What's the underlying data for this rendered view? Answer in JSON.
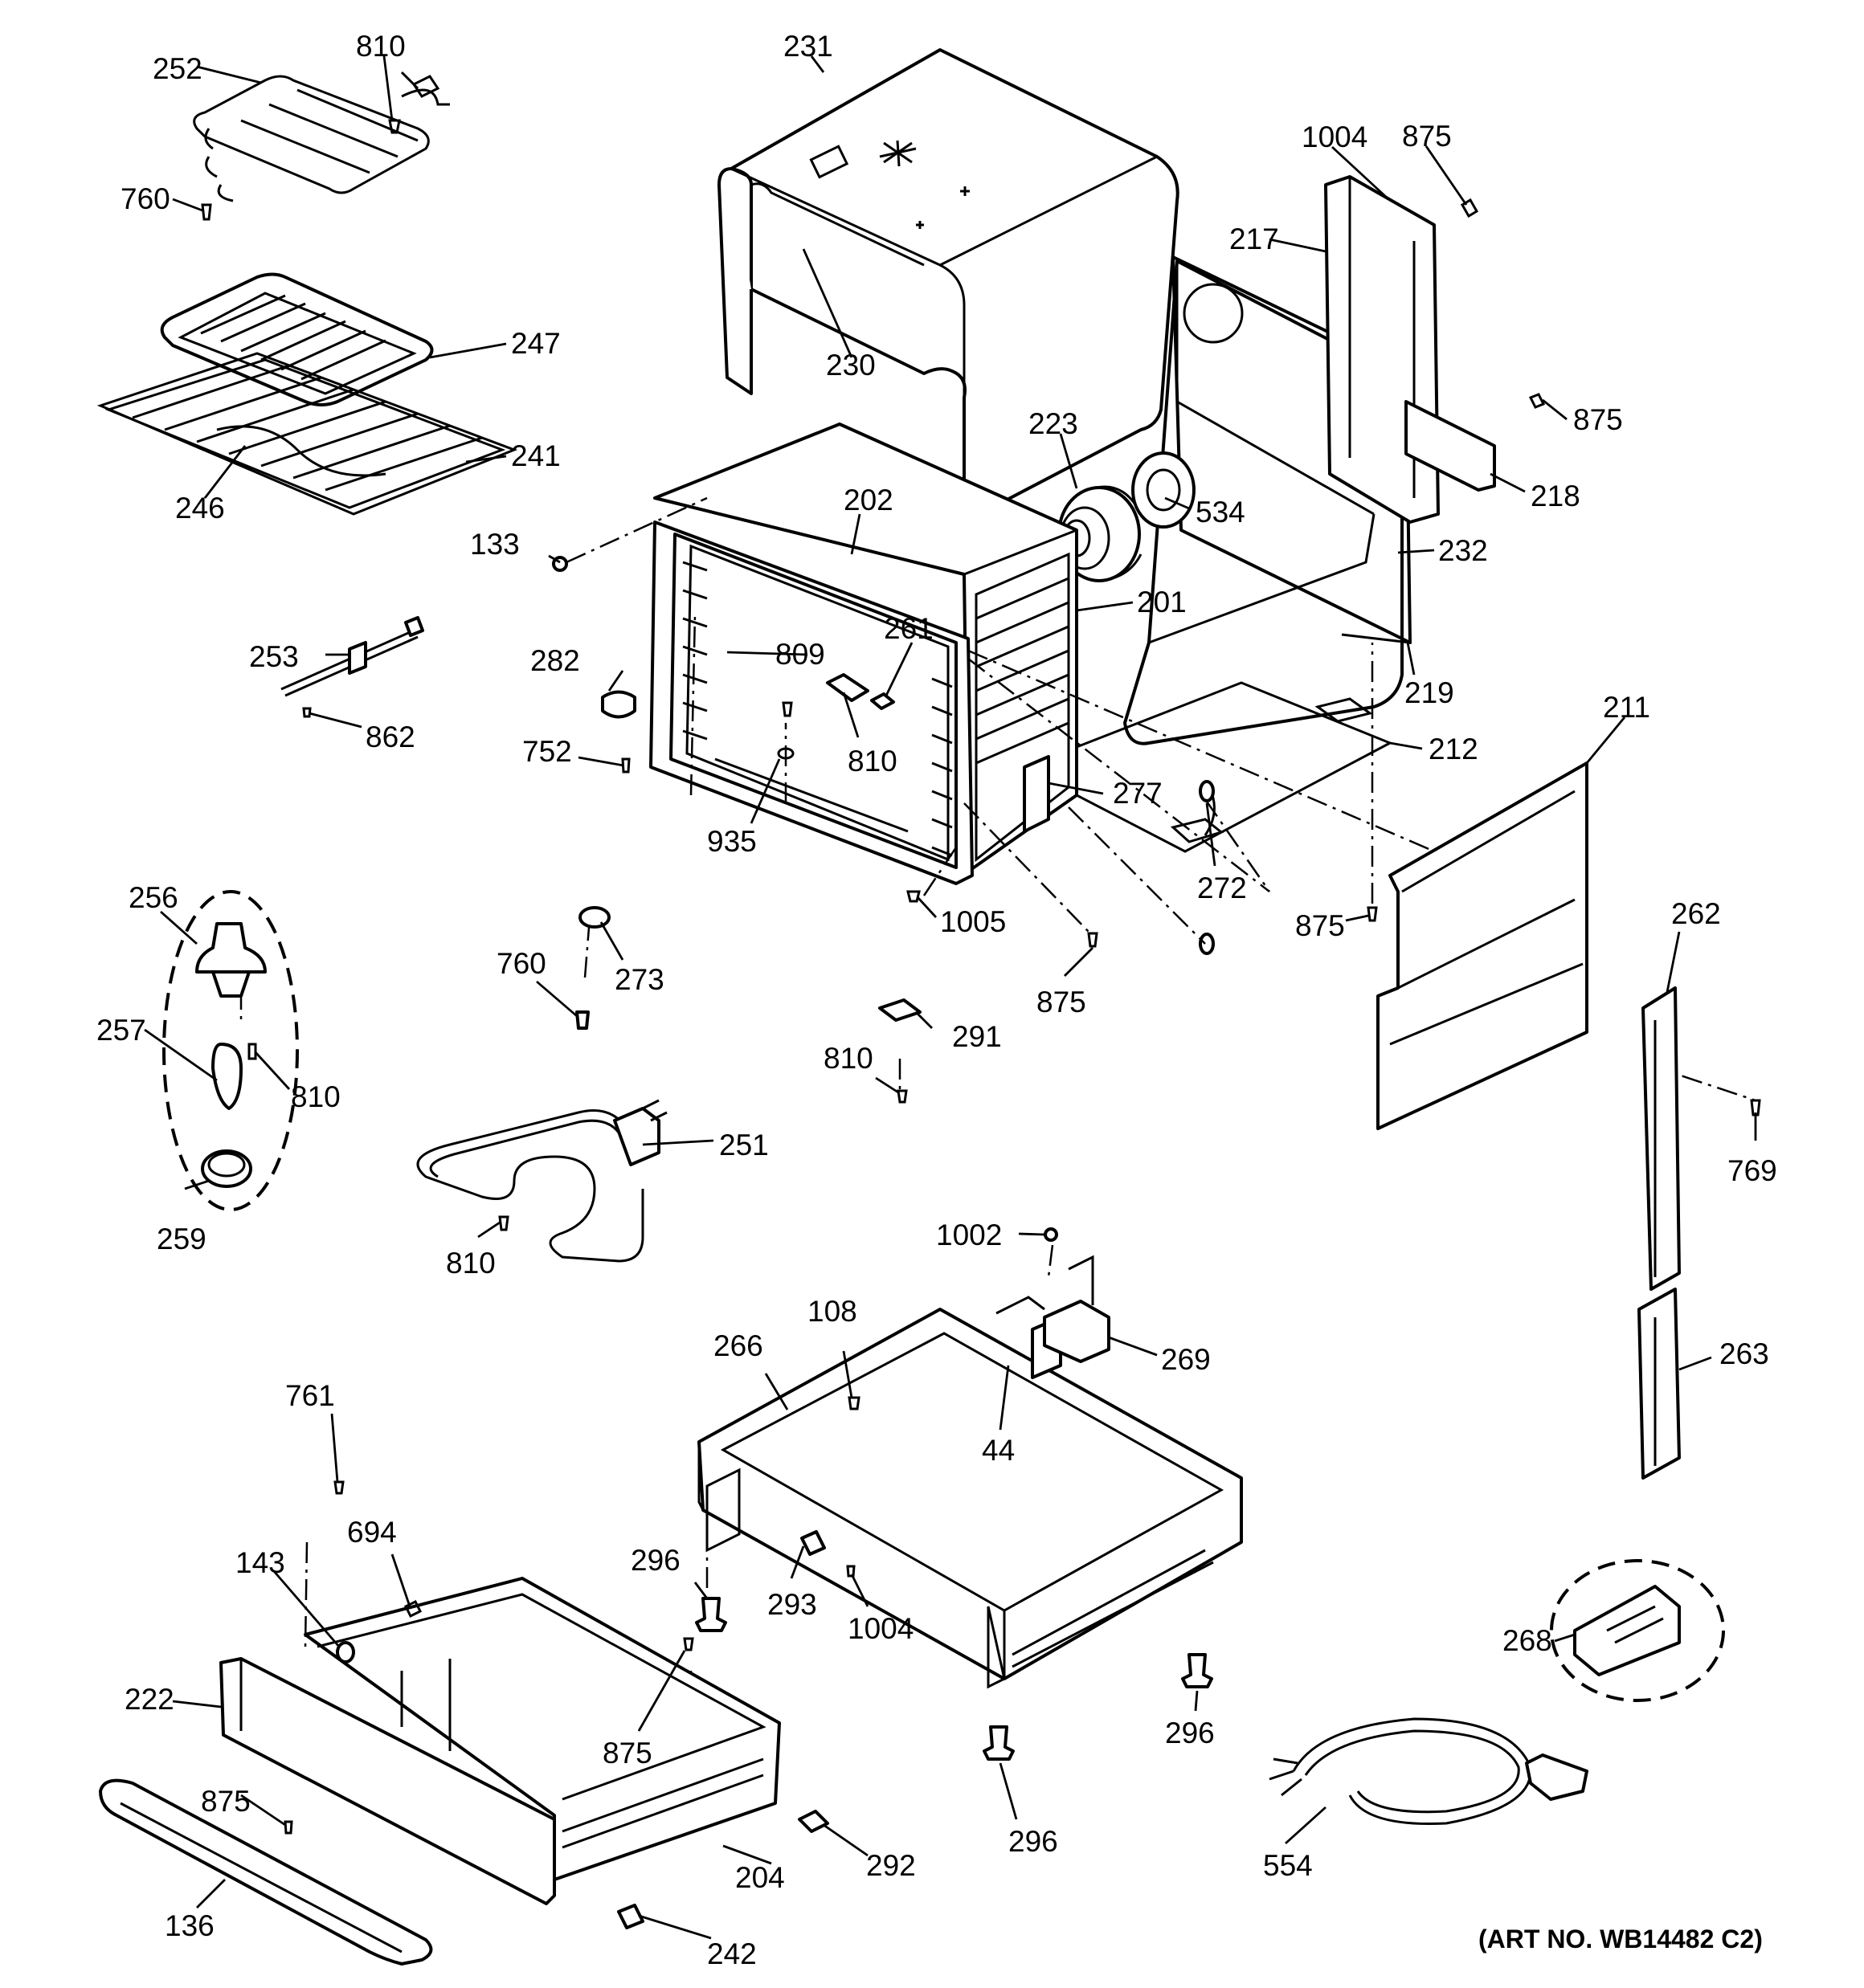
{
  "art_number": "(ART NO. WB14482 C2)",
  "labels": [
    {
      "id": "l252",
      "text": "252"
    },
    {
      "id": "l810a",
      "text": "810"
    },
    {
      "id": "l760a",
      "text": "760"
    },
    {
      "id": "l247",
      "text": "247"
    },
    {
      "id": "l241",
      "text": "241"
    },
    {
      "id": "l246",
      "text": "246"
    },
    {
      "id": "l231",
      "text": "231"
    },
    {
      "id": "l230",
      "text": "230"
    },
    {
      "id": "l223",
      "text": "223"
    },
    {
      "id": "l534",
      "text": "534"
    },
    {
      "id": "l1004a",
      "text": "1004"
    },
    {
      "id": "l875a",
      "text": "875"
    },
    {
      "id": "l217",
      "text": "217"
    },
    {
      "id": "l875b",
      "text": "875"
    },
    {
      "id": "l218",
      "text": "218"
    },
    {
      "id": "l232",
      "text": "232"
    },
    {
      "id": "l219",
      "text": "219"
    },
    {
      "id": "l133",
      "text": "133"
    },
    {
      "id": "l202",
      "text": "202"
    },
    {
      "id": "l201",
      "text": "201"
    },
    {
      "id": "l261",
      "text": "261"
    },
    {
      "id": "l809",
      "text": "809"
    },
    {
      "id": "l253",
      "text": "253"
    },
    {
      "id": "l862",
      "text": "862"
    },
    {
      "id": "l282",
      "text": "282"
    },
    {
      "id": "l752",
      "text": "752"
    },
    {
      "id": "l935",
      "text": "935"
    },
    {
      "id": "l810b",
      "text": "810"
    },
    {
      "id": "l277",
      "text": "277"
    },
    {
      "id": "l212",
      "text": "212"
    },
    {
      "id": "l211",
      "text": "211"
    },
    {
      "id": "l272",
      "text": "272"
    },
    {
      "id": "l875c",
      "text": "875"
    },
    {
      "id": "l1005",
      "text": "1005"
    },
    {
      "id": "l875d",
      "text": "875"
    },
    {
      "id": "l256",
      "text": "256"
    },
    {
      "id": "l257",
      "text": "257"
    },
    {
      "id": "l810c",
      "text": "810"
    },
    {
      "id": "l259",
      "text": "259"
    },
    {
      "id": "l760b",
      "text": "760"
    },
    {
      "id": "l273",
      "text": "273"
    },
    {
      "id": "l291",
      "text": "291"
    },
    {
      "id": "l810d",
      "text": "810"
    },
    {
      "id": "l251",
      "text": "251"
    },
    {
      "id": "l810e",
      "text": "810"
    },
    {
      "id": "l262",
      "text": "262"
    },
    {
      "id": "l769",
      "text": "769"
    },
    {
      "id": "l1002",
      "text": "1002"
    },
    {
      "id": "l108",
      "text": "108"
    },
    {
      "id": "l266",
      "text": "266"
    },
    {
      "id": "l269",
      "text": "269"
    },
    {
      "id": "l44",
      "text": "44"
    },
    {
      "id": "l263",
      "text": "263"
    },
    {
      "id": "l761",
      "text": "761"
    },
    {
      "id": "l143",
      "text": "143"
    },
    {
      "id": "l694",
      "text": "694"
    },
    {
      "id": "l296a",
      "text": "296"
    },
    {
      "id": "l293",
      "text": "293"
    },
    {
      "id": "l1004b",
      "text": "1004"
    },
    {
      "id": "l222",
      "text": "222"
    },
    {
      "id": "l875e",
      "text": "875"
    },
    {
      "id": "l875f",
      "text": "875"
    },
    {
      "id": "l296b",
      "text": "296"
    },
    {
      "id": "l268",
      "text": "268"
    },
    {
      "id": "l292",
      "text": "292"
    },
    {
      "id": "l296c",
      "text": "296"
    },
    {
      "id": "l204",
      "text": "204"
    },
    {
      "id": "l554",
      "text": "554"
    },
    {
      "id": "l136",
      "text": "136"
    },
    {
      "id": "l242",
      "text": "242"
    }
  ]
}
